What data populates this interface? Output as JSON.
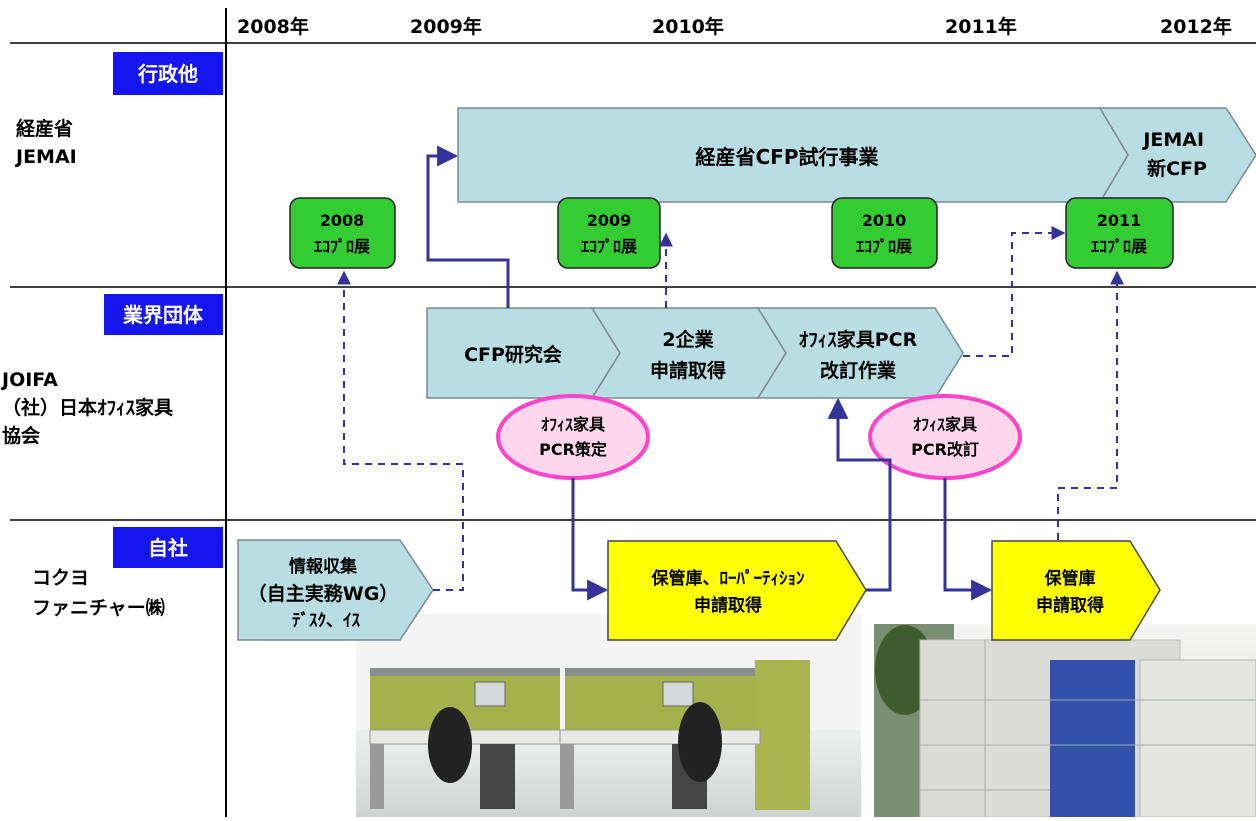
{
  "years": [
    "2008年",
    "2009年",
    "2010年",
    "2011年",
    "2012年"
  ],
  "rows": [
    {
      "tag": "行政他",
      "org": [
        "経産省",
        "JEMAI"
      ]
    },
    {
      "tag": "業界団体",
      "org": [
        "JOIFA",
        "（社）日本ｵﾌｨｽ家具",
        "協会"
      ]
    },
    {
      "tag": "自社",
      "org": [
        "コクヨ",
        "ファニチャー㈱"
      ]
    }
  ],
  "cfp_project": "経産省CFP試行事業",
  "jemai_new": [
    "JEMAI",
    "新CFP"
  ],
  "eco_shows": [
    {
      "year": "2008",
      "name": "ｴｺﾌﾟﾛ展"
    },
    {
      "year": "2009",
      "name": "ｴｺﾌﾟﾛ展"
    },
    {
      "year": "2010",
      "name": "ｴｺﾌﾟﾛ展"
    },
    {
      "year": "2011",
      "name": "ｴｺﾌﾟﾛ展"
    }
  ],
  "industry_steps": [
    {
      "lines": [
        "CFP研究会"
      ]
    },
    {
      "lines": [
        "2企業",
        "申請取得"
      ]
    },
    {
      "lines": [
        "ｵﾌｨｽ家具PCR",
        "改訂作業"
      ]
    }
  ],
  "pcr_badges": [
    {
      "lines": [
        "ｵﾌｨｽ家具",
        "PCR策定"
      ]
    },
    {
      "lines": [
        "ｵﾌｨｽ家具",
        "PCR改訂"
      ]
    }
  ],
  "company_steps": [
    {
      "lines": [
        "情報収集",
        "（自主実務WG）",
        "ﾃﾞｽｸ、ｲｽ"
      ]
    },
    {
      "lines": [
        "保管庫、ﾛｰﾊﾟｰﾃｨｼｮﾝ",
        "申請取得"
      ]
    },
    {
      "lines": [
        "保管庫",
        "申請取得"
      ]
    }
  ],
  "photos": [
    {
      "subject": "office-workstations-photo"
    },
    {
      "subject": "storage-cabinets-photo"
    }
  ],
  "colors": {
    "tag_blue": "#1515f0",
    "step_fill": "#b8dde3",
    "eco_green": "#33cc33",
    "pcr_pink": "#ff66cc",
    "company_yellow": "#ffff00",
    "arrow_blue": "#333399"
  }
}
